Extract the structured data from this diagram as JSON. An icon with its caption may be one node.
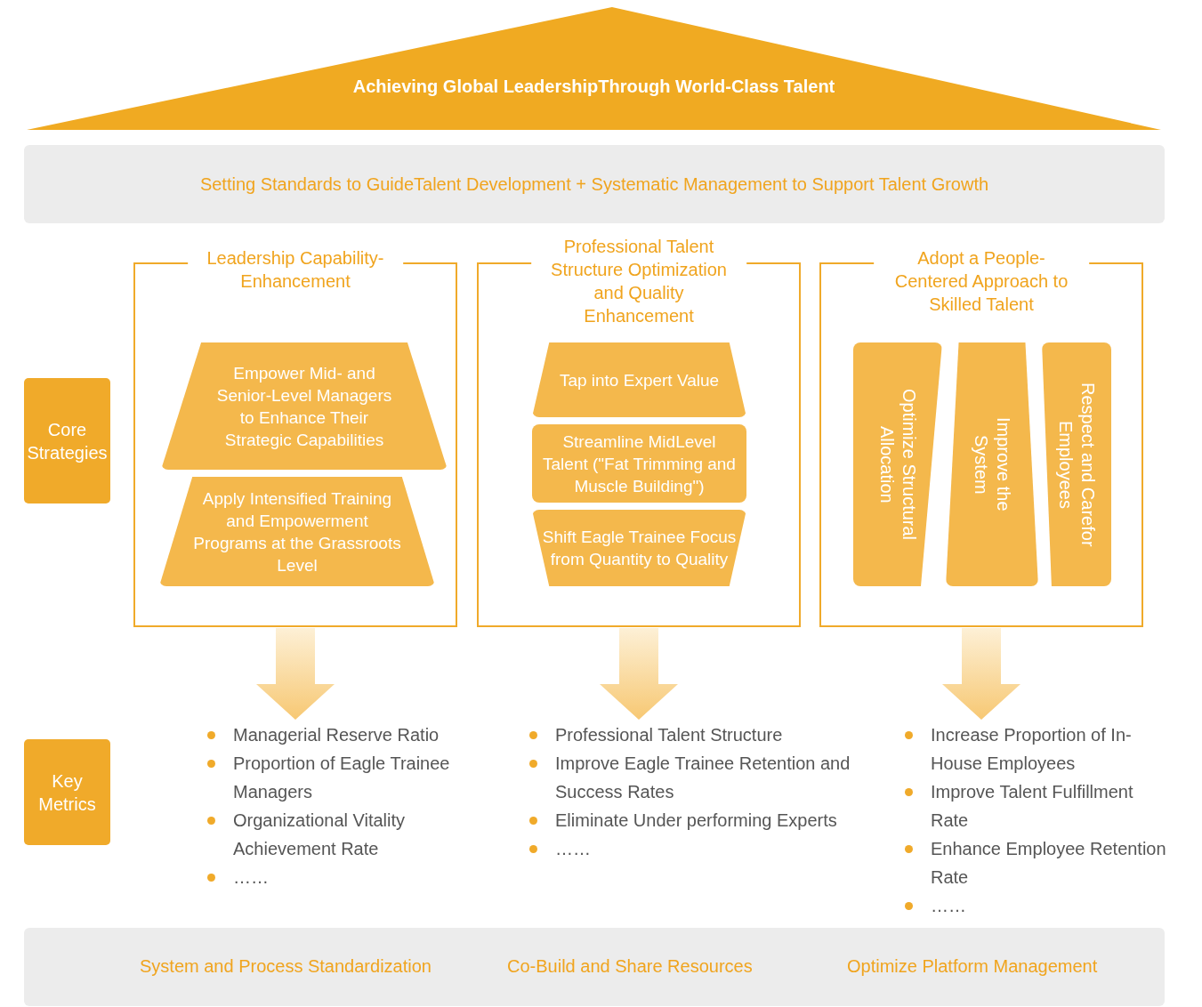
{
  "diagram": {
    "nodes": [
      {
        "text": [
          "Achieving Global LeadershipThrough World-Class Talent"
        ]
      },
      {
        "text": [
          "Setting Standards to GuideTalent Development + Systematic Management to Support Talent Growth"
        ]
      },
      {
        "text": [
          "Core Strategies"
        ]
      },
      {
        "text": [
          "Leadership Capability- Enhancement"
        ]
      },
      {
        "text": [
          "Empower Mid- and Senior-Level Managers to Enhance Their Strategic Capabilities"
        ],
        "in": 3
      },
      {
        "text": [
          "Apply Intensified Training and Empowerment Programs at the Grassroots Level"
        ],
        "in": 3
      },
      {
        "text": [
          "Professional Talent Structure Optimization and Quality Enhancement"
        ]
      },
      {
        "text": [
          "Tap into Expert Value"
        ],
        "in": 6
      },
      {
        "text": [
          "Streamline MidLevel Talent (\"Fat Trimming and Muscle Building\")"
        ],
        "in": 6
      },
      {
        "text": [
          "Shift Eagle Trainee Focus from Quantity to Quality"
        ],
        "in": 6
      },
      {
        "text": [
          "Adopt a People- Centered Approach to Skilled Talent"
        ]
      },
      {
        "text": [
          "Optimize Structural Allocation"
        ],
        "in": 10
      },
      {
        "text": [
          "Improve the System"
        ],
        "in": 10
      },
      {
        "text": [
          "Respect and Carefor Employees"
        ],
        "in": 10
      },
      {
        "text": [
          "Key Metrics"
        ]
      },
      {
        "text": [
          "Managerial Reserve Ratio",
          "Proportion of Eagle Trainee Managers",
          "Organizational Vitality Achievement Rate",
          "……"
        ]
      },
      {
        "text": [
          "Professional Talent Structure",
          "Improve Eagle Trainee Retention and Success Rates",
          "Eliminate Under performing Experts",
          "……"
        ]
      },
      {
        "text": [
          "Increase Proportion of In-House Employees",
          "Improve Talent Fulfillment Rate",
          "Enhance Employee Retention Rate",
          "……"
        ]
      },
      {
        "text": [
          "System and Process Standardization",
          "Co-Build and Share Resources",
          "Optimize Platform Management"
        ]
      }
    ],
    "edges": [
      {
        "from": 3,
        "to": 15,
        "arrow": "to"
      },
      {
        "from": 6,
        "to": 16,
        "arrow": "to"
      },
      {
        "from": 10,
        "to": 17,
        "arrow": "to"
      }
    ]
  }
}
